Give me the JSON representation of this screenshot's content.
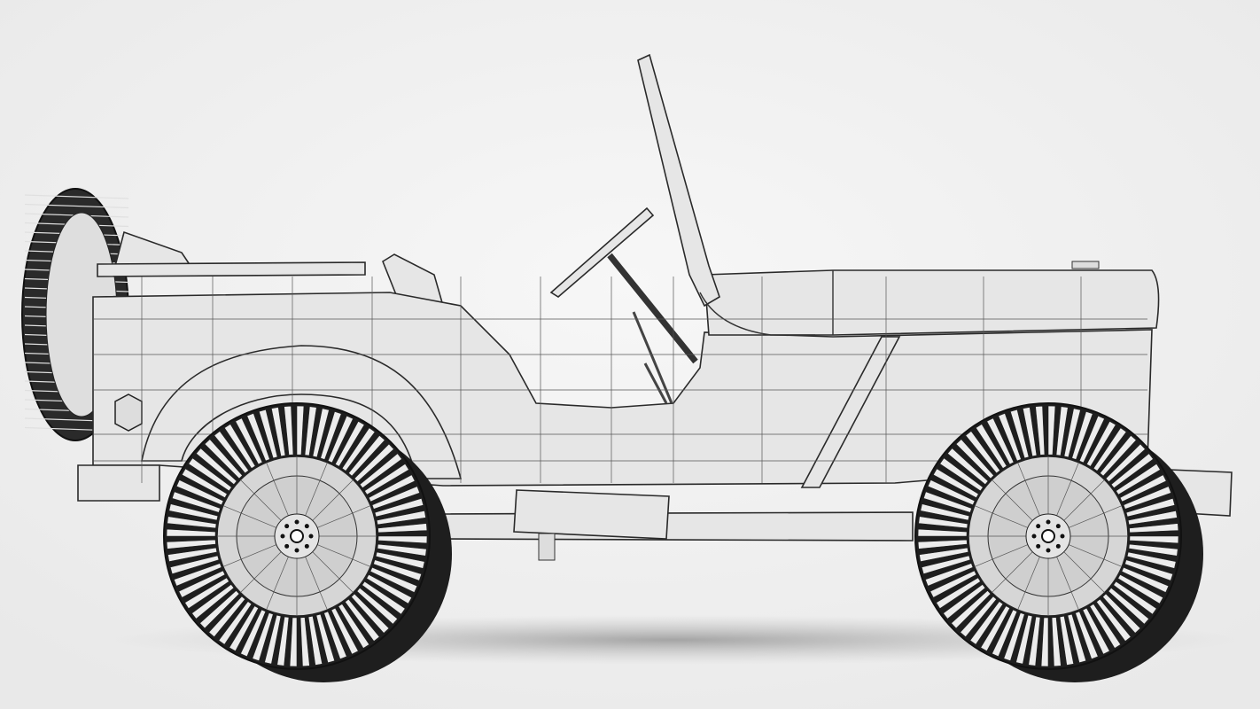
{
  "scene": {
    "subject": "jeep-wireframe-render",
    "colors": {
      "background": "#f1f1f1",
      "body": "#e6e6e6",
      "tire": "#1e1e1e",
      "wire": "#2a2a2a",
      "shadow": "#9a9a9a"
    },
    "wheels": [
      {
        "id": "rear",
        "tread_count": 64
      },
      {
        "id": "front",
        "tread_count": 64
      }
    ],
    "spare_tread_count": 26
  }
}
